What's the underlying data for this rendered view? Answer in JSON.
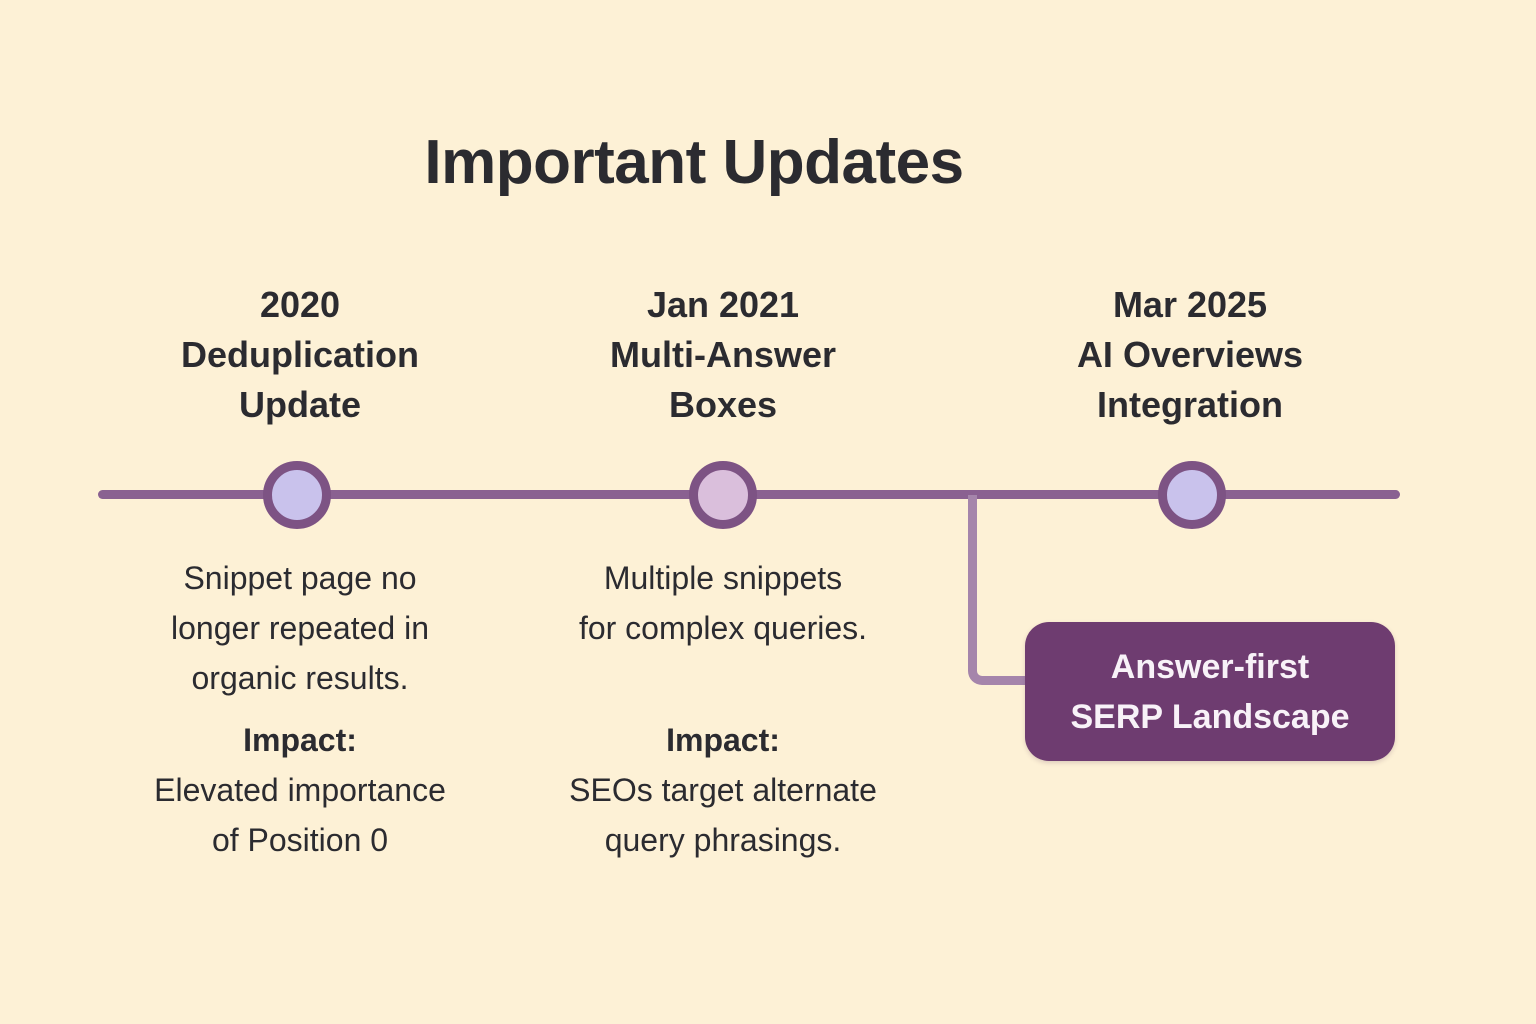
{
  "title": "Important Updates",
  "colors": {
    "background": "#fdf1d6",
    "text": "#2b2b30",
    "timeline_line": "#8a6191",
    "dot_ring": "#7d5384",
    "connector": "#a585ab",
    "callout_bg": "#6e3c70",
    "callout_text": "#f8f2f8"
  },
  "timeline": {
    "milestones": [
      {
        "id": "2020-deduplication-update",
        "heading": "2020\nDeduplication\nUpdate",
        "dot_color": "#c9c2ec",
        "description": "Snippet page no\nlonger repeated in\norganic results.",
        "impact_label": "Impact:",
        "impact": "Elevated importance\nof Position 0"
      },
      {
        "id": "jan-2021-multi-answer-boxes",
        "heading": "Jan 2021\nMulti-Answer\nBoxes",
        "dot_color": "#dabfdc",
        "description": "Multiple snippets\nfor complex queries.",
        "impact_label": "Impact:",
        "impact": "SEOs target alternate\nquery phrasings."
      },
      {
        "id": "mar-2025-ai-overviews-integration",
        "heading": "Mar 2025\nAI Overviews\nIntegration",
        "dot_color": "#c9c2ec",
        "callout": "Answer-first\nSERP Landscape"
      }
    ]
  }
}
